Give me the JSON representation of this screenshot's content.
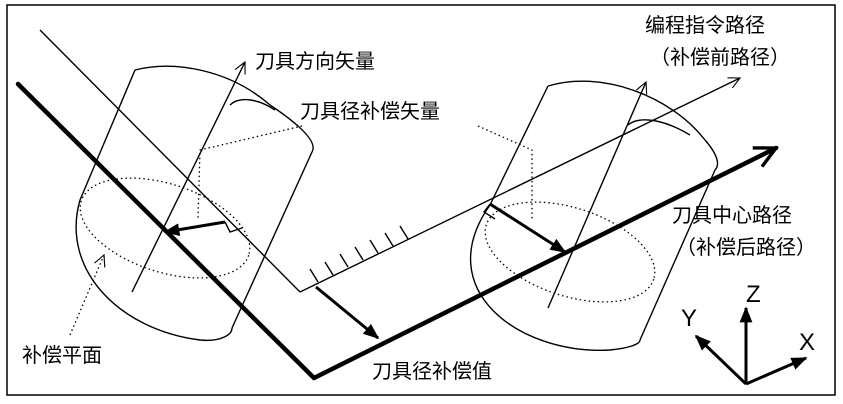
{
  "labels": {
    "tool_direction_vector": "刀具方向矢量",
    "tool_radius_comp_vector": "刀具径补偿矢量",
    "programmed_path_line1": "编程指令路径",
    "programmed_path_line2": "（补偿前路径）",
    "tool_center_path_line1": "刀具中心路径",
    "tool_center_path_line2": "（补偿后路径）",
    "compensation_plane": "补偿平面",
    "tool_radius_comp_value": "刀具径补偿值"
  },
  "axes": {
    "x": "X",
    "y": "Y",
    "z": "Z"
  }
}
